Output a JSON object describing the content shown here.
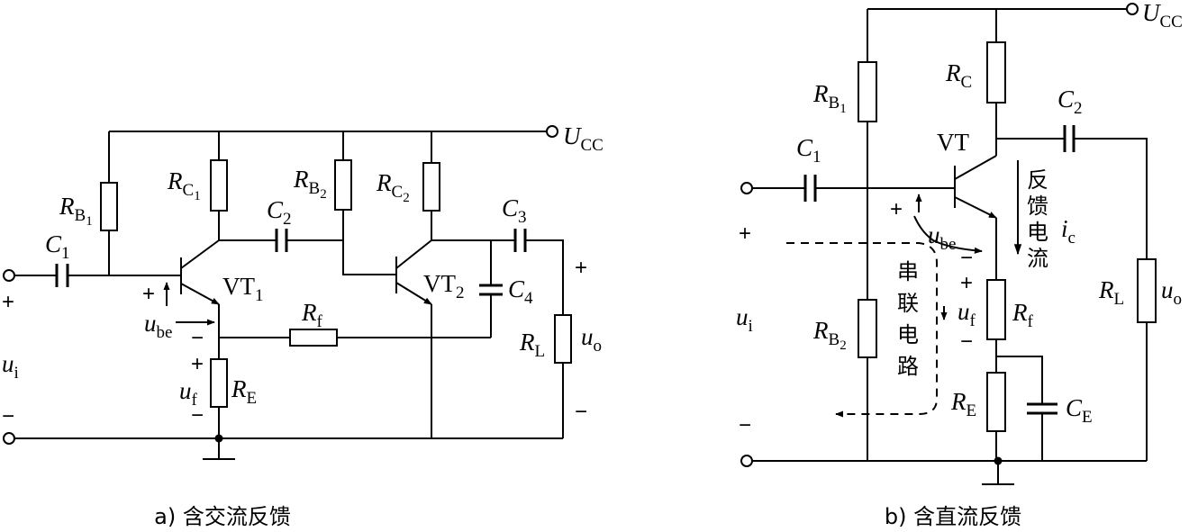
{
  "left": {
    "caption": "a) 含交流反馈",
    "supply": {
      "var": "U",
      "sub": "CC"
    },
    "rb1": {
      "var": "R",
      "sub": "B",
      "subsub": "1"
    },
    "rc1": {
      "var": "R",
      "sub": "C",
      "subsub": "1"
    },
    "rb2": {
      "var": "R",
      "sub": "B",
      "subsub": "2"
    },
    "rc2": {
      "var": "R",
      "sub": "C",
      "subsub": "2"
    },
    "c1": {
      "var": "C",
      "sub": "1"
    },
    "c2": {
      "var": "C",
      "sub": "2"
    },
    "c3": {
      "var": "C",
      "sub": "3"
    },
    "c4": {
      "var": "C",
      "sub": "4"
    },
    "vt1": {
      "var": "VT",
      "sub": "1"
    },
    "vt2": {
      "var": "VT",
      "sub": "2"
    },
    "rf": {
      "var": "R",
      "sub": "f"
    },
    "re": {
      "var": "R",
      "sub": "E"
    },
    "rl": {
      "var": "R",
      "sub": "L"
    },
    "ui": {
      "var": "u",
      "sub": "i"
    },
    "uo": {
      "var": "u",
      "sub": "o"
    },
    "ube": {
      "var": "u",
      "sub": "be"
    },
    "uf": {
      "var": "u",
      "sub": "f"
    },
    "plus": "+",
    "minus": "−"
  },
  "right": {
    "caption": "b) 含直流反馈",
    "supply": {
      "var": "U",
      "sub": "CC"
    },
    "rb1": {
      "var": "R",
      "sub": "B",
      "subsub": "1"
    },
    "rb2": {
      "var": "R",
      "sub": "B",
      "subsub": "2"
    },
    "rc": {
      "var": "R",
      "sub": "C"
    },
    "c1": {
      "var": "C",
      "sub": "1"
    },
    "c2": {
      "var": "C",
      "sub": "2"
    },
    "ce": {
      "var": "C",
      "sub": "E"
    },
    "vt": "VT",
    "rf": {
      "var": "R",
      "sub": "f"
    },
    "re": {
      "var": "R",
      "sub": "E"
    },
    "rl": {
      "var": "R",
      "sub": "L"
    },
    "ui": {
      "var": "u",
      "sub": "i"
    },
    "uo": {
      "var": "u",
      "sub": "o"
    },
    "ube": {
      "var": "u",
      "sub": "be"
    },
    "uf": {
      "var": "u",
      "sub": "f"
    },
    "ic": {
      "var": "i",
      "sub": "c"
    },
    "feedback_current": [
      "反",
      "馈",
      "电",
      "流"
    ],
    "series_circuit": [
      "串",
      "联",
      "电",
      "路"
    ],
    "plus": "+",
    "minus": "−"
  }
}
